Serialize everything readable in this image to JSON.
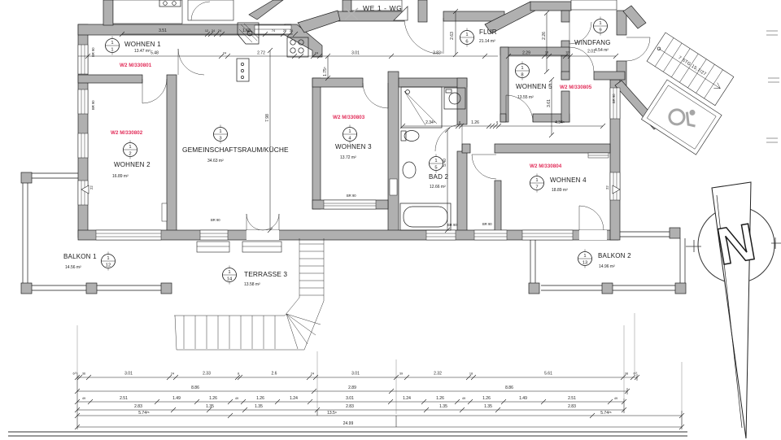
{
  "header": {
    "unit_label": "WE 1 - WG"
  },
  "colors": {
    "wall_fill": "#b0b0b0",
    "line": "#1a1a1a",
    "accent_red": "#e22e5a"
  },
  "rooms": [
    {
      "name": "WOHNEN 1",
      "area": "13.47 m²",
      "code": "W2 M/330801",
      "level": "1",
      "index": "1"
    },
    {
      "name": "WOHNEN 2",
      "area": "16.89 m²",
      "code": "W2 M/330802",
      "level": "1",
      "index": "2"
    },
    {
      "name": "GEMEINSCHAFTSRAUM/KÜCHE",
      "area": "34.63 m²",
      "level": "1",
      "index": "3"
    },
    {
      "name": "WOHNEN 3",
      "area": "13.72 m²",
      "code": "W2 M/330803",
      "level": "1",
      "index": "4"
    },
    {
      "name": "BAD 2",
      "area": "12.66 m²",
      "level": "1",
      "index": "5"
    },
    {
      "name": "FLUR",
      "area": "21.14 m²",
      "level": "1",
      "index": "6"
    },
    {
      "name": "WOHNEN 4",
      "area": "18.89 m²",
      "code": "W2 M/330804",
      "level": "1",
      "index": "7"
    },
    {
      "name": "WOHNEN 5",
      "area": "13.55 m²",
      "code": "W2 M/330805",
      "level": "1",
      "index": "8"
    },
    {
      "name": "WINDFANG",
      "area": "4.54 m²",
      "level": "1",
      "index": "9"
    },
    {
      "name": "BALKON 1",
      "area": "14.56 m²",
      "level": "1",
      "index": "12"
    },
    {
      "name": "BALKON 2",
      "area": "14.96 m²",
      "level": "1",
      "index": "13"
    },
    {
      "name": "TERRASSE 3",
      "area": "13.58 m²",
      "level": "1",
      "index": "14"
    }
  ],
  "stairs": {
    "label": "7 STG 15,7/27"
  },
  "compass": {
    "letter": "N"
  },
  "window_label": "BR 90",
  "wall_offset_label": "22",
  "plan_dims": {
    "w1_width": "3.51",
    "w1_small": [
      "12",
      "24",
      "24"
    ],
    "corner_width": "1.68",
    "corner_small": [
      "74",
      "28",
      "24"
    ],
    "line2": [
      "5.48",
      "24",
      "2.72",
      "24",
      "3.01",
      "3.83⁵"
    ],
    "kitchen_v": "1.75⁵",
    "flur_v": "2.63",
    "w5_line": [
      "2.29",
      "18",
      "10⁶",
      "2.01"
    ],
    "windfang_v": "2.26",
    "w5_v": "3.61",
    "line3": [
      "2.34⁵",
      "8",
      "1.26",
      "8",
      "4.34⁵"
    ],
    "bad2_v": "5.40",
    "room_v": "7.98"
  },
  "bottom_dims": {
    "row1": [
      "6²⁵",
      "36",
      "3.01",
      "24",
      "2.33",
      "8",
      "2.6",
      "24",
      "3.01",
      "39",
      "2.32",
      "18",
      "5.61",
      "38",
      "6²⁵"
    ],
    "row2": [
      "8.86",
      "2.89",
      "8.86"
    ],
    "row3": [
      "49",
      "2.51",
      "1.49",
      "1.26",
      "49",
      "1.26",
      "1.24",
      "3.01",
      "1.24",
      "1.26",
      "49",
      "1.26",
      "1.49",
      "2.51",
      "49"
    ],
    "row4": [
      "2.83",
      "1.35",
      "1.35",
      "2.83",
      "1.35",
      "1.35",
      "2.83"
    ],
    "row5": [
      "5.74²⁶",
      "13.5⁶",
      "5.74²⁶"
    ],
    "total": "24.99"
  }
}
